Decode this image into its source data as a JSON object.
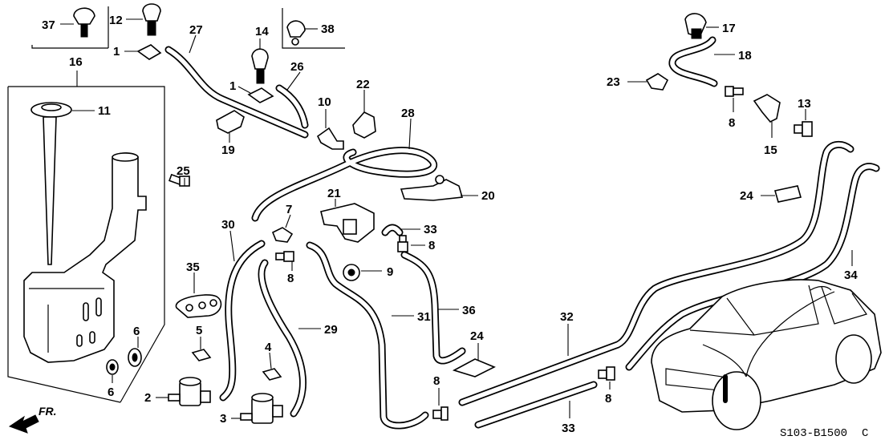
{
  "diagram": {
    "code": "S103-B1500",
    "code_suffix": "C",
    "direction_label": "FR."
  },
  "labels": [
    {
      "id": "l37",
      "text": "37"
    },
    {
      "id": "l12",
      "text": "12"
    },
    {
      "id": "l1a",
      "text": "1"
    },
    {
      "id": "l27",
      "text": "27"
    },
    {
      "id": "l14",
      "text": "14"
    },
    {
      "id": "l38",
      "text": "38"
    },
    {
      "id": "l26",
      "text": "26"
    },
    {
      "id": "l1b",
      "text": "1"
    },
    {
      "id": "l10",
      "text": "10"
    },
    {
      "id": "l22",
      "text": "22"
    },
    {
      "id": "l28",
      "text": "28"
    },
    {
      "id": "l19",
      "text": "19"
    },
    {
      "id": "l16",
      "text": "16"
    },
    {
      "id": "l11",
      "text": "11"
    },
    {
      "id": "l25",
      "text": "25"
    },
    {
      "id": "l21",
      "text": "21"
    },
    {
      "id": "l20",
      "text": "20"
    },
    {
      "id": "l7",
      "text": "7"
    },
    {
      "id": "l30",
      "text": "30"
    },
    {
      "id": "l33a",
      "text": "33"
    },
    {
      "id": "l8a",
      "text": "8"
    },
    {
      "id": "l8b",
      "text": "8"
    },
    {
      "id": "l9",
      "text": "9"
    },
    {
      "id": "l35",
      "text": "35"
    },
    {
      "id": "l31",
      "text": "31"
    },
    {
      "id": "l36",
      "text": "36"
    },
    {
      "id": "l29",
      "text": "29"
    },
    {
      "id": "l5",
      "text": "5"
    },
    {
      "id": "l4",
      "text": "4"
    },
    {
      "id": "l6a",
      "text": "6"
    },
    {
      "id": "l6b",
      "text": "6"
    },
    {
      "id": "l24a",
      "text": "24"
    },
    {
      "id": "l2",
      "text": "2"
    },
    {
      "id": "l3",
      "text": "3"
    },
    {
      "id": "l8c",
      "text": "8"
    },
    {
      "id": "l33b",
      "text": "33"
    },
    {
      "id": "l32",
      "text": "32"
    },
    {
      "id": "l8d",
      "text": "8"
    },
    {
      "id": "l17",
      "text": "17"
    },
    {
      "id": "l18",
      "text": "18"
    },
    {
      "id": "l23",
      "text": "23"
    },
    {
      "id": "l8e",
      "text": "8"
    },
    {
      "id": "l13",
      "text": "13"
    },
    {
      "id": "l15",
      "text": "15"
    },
    {
      "id": "l24b",
      "text": "24"
    },
    {
      "id": "l34",
      "text": "34"
    }
  ]
}
